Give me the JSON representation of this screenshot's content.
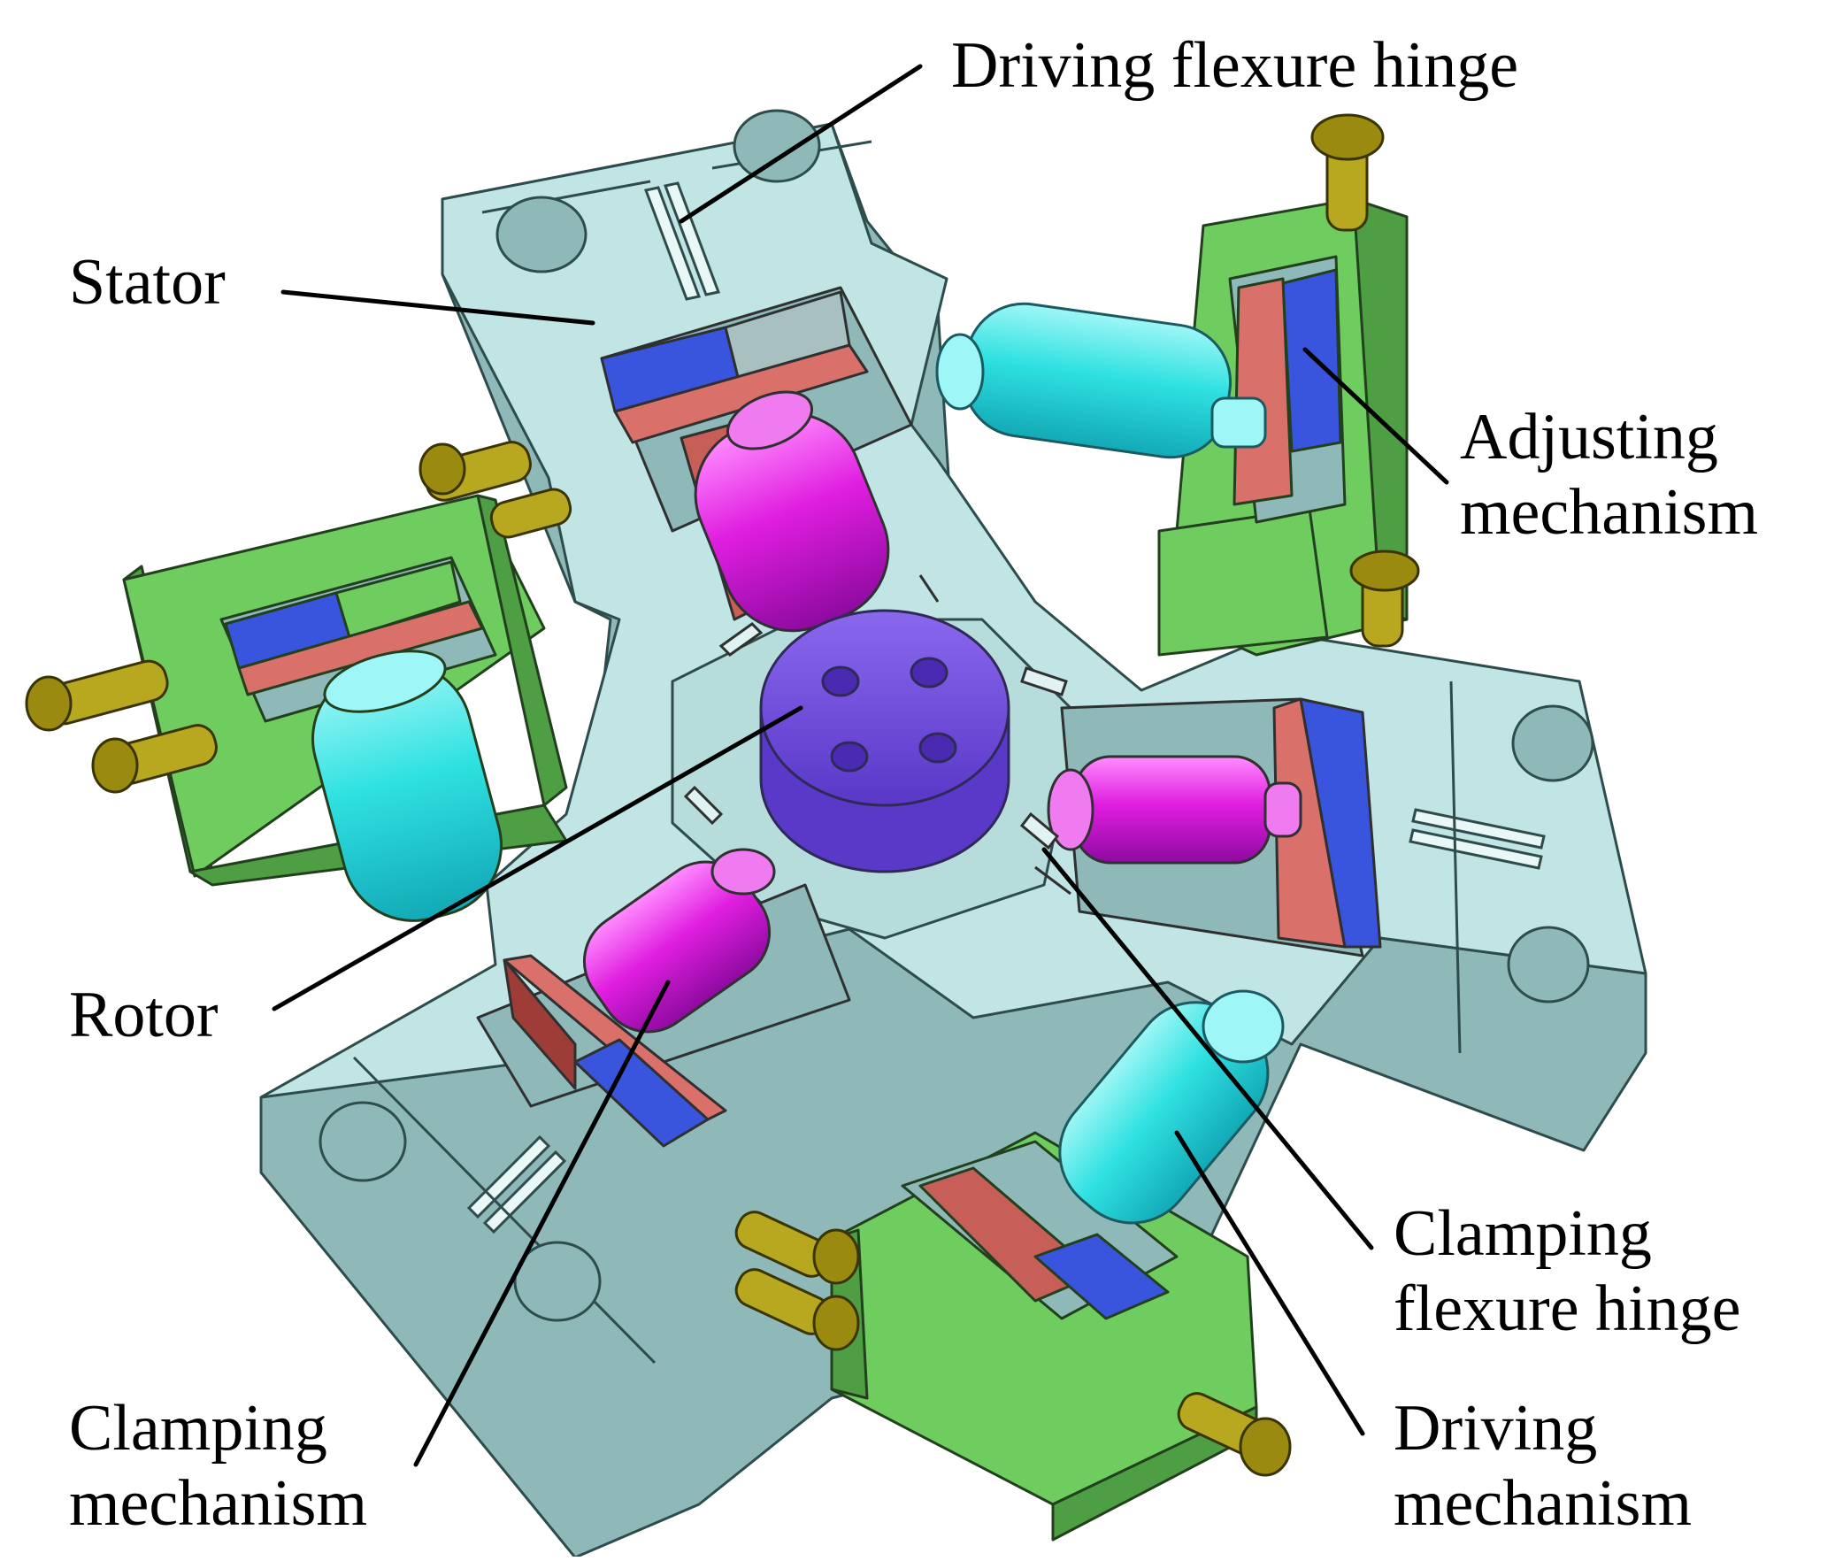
{
  "labels": {
    "driving_flexure_hinge": "Driving flexure hinge",
    "stator": "Stator",
    "adjusting_mechanism_line1": "Adjusting",
    "adjusting_mechanism_line2": "mechanism",
    "rotor": "Rotor",
    "clamping_flexure_hinge_line1": "Clamping",
    "clamping_flexure_hinge_line2": "flexure hinge",
    "clamping_mechanism_line1": "Clamping",
    "clamping_mechanism_line2": "mechanism",
    "driving_mechanism_line1": "Driving",
    "driving_mechanism_line2": "mechanism"
  },
  "colors": {
    "stator": "#bfe3e3",
    "stator_dark": "#8fb9b9",
    "housing": "#6fcd60",
    "housing_dark": "#4e9e44",
    "piezo_blue": "#3a55dd",
    "piezo_gray": "#a8c0c0",
    "red_plate": "#d9706a",
    "cyan_actuator": "#28e0e0",
    "magenta_actuator": "#e020e0",
    "rotor": "#7a56e0",
    "screw": "#a89a18"
  }
}
